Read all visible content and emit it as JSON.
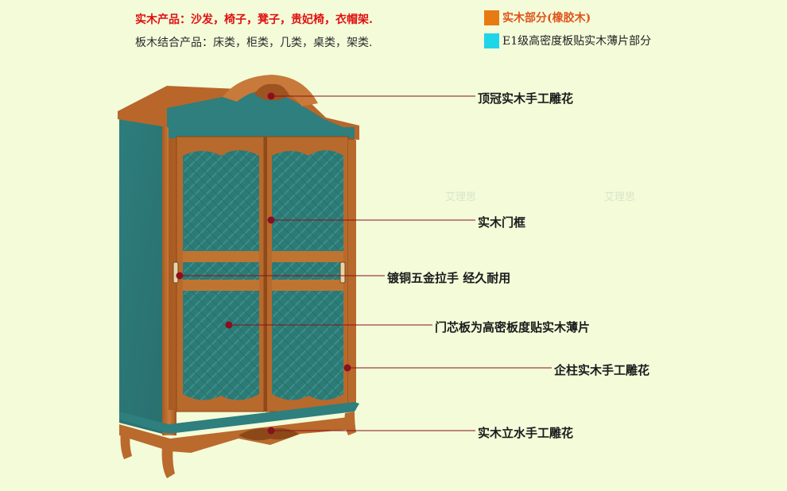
{
  "header": {
    "solid_wood_products": "实木产品：沙发，椅子，凳子，贵妃椅，衣帽架.",
    "panel_wood_products": "板木结合产品：床类，柜类，几类，桌类，架类."
  },
  "legend": [
    {
      "label": "实木部分(橡胶木)",
      "color": "#e87a12"
    },
    {
      "label": "E1级高密度板贴实木薄片部分",
      "color": "#1fd5e8"
    }
  ],
  "callouts": [
    {
      "label": "顶冠实木手工雕花"
    },
    {
      "label": "实木门框"
    },
    {
      "label": "镀铜五金拉手 经久耐用"
    },
    {
      "label": "门芯板为高密板度贴实木薄片"
    },
    {
      "label": "企柱实木手工雕花"
    },
    {
      "label": "实木立水手工雕花"
    }
  ],
  "watermark": "艾理思",
  "colors": {
    "background": "#f3fbd9",
    "wood": "#b86b2c",
    "teal": "#2e7f80",
    "marker": "#8a0f1f"
  }
}
